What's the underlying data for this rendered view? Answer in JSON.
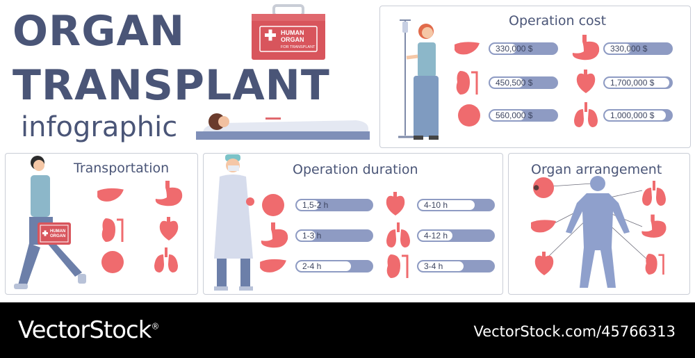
{
  "header": {
    "line1": "ORGAN",
    "line2": "TRANSPLANT",
    "line3": "infographic"
  },
  "kit": {
    "line1": "HUMAN",
    "line2": "ORGAN",
    "line3": "FOR TRANSPLANT"
  },
  "courier_kit": {
    "line1": "HUMAN",
    "line2": "ORGAN"
  },
  "operation_cost": {
    "title": "Operation cost",
    "items": [
      {
        "organ": "liver-icon",
        "label": "330,000 $",
        "fill": 0.4
      },
      {
        "organ": "stomach-icon",
        "label": "330,000 $",
        "fill": 0.4
      },
      {
        "organ": "kidney-icon",
        "label": "450,500 $",
        "fill": 0.5
      },
      {
        "organ": "heart-icon",
        "label": "1,700,000 $",
        "fill": 0.97
      },
      {
        "organ": "eye-icon",
        "label": "560,000 $",
        "fill": 0.52
      },
      {
        "organ": "lungs-icon",
        "label": "1,000,000 $",
        "fill": 0.92
      }
    ]
  },
  "transportation": {
    "title": "Transportation"
  },
  "operation_duration": {
    "title": "Operation duration",
    "items": [
      {
        "organ": "eye-icon",
        "label": "1,5-2 h",
        "fill": 0.3
      },
      {
        "organ": "heart-icon",
        "label": "4-10 h",
        "fill": 0.75
      },
      {
        "organ": "stomach-icon",
        "label": "1-3 h",
        "fill": 0.25
      },
      {
        "organ": "lungs-icon",
        "label": "4-12 h",
        "fill": 0.45
      },
      {
        "organ": "liver-icon",
        "label": "2-4 h",
        "fill": 0.72
      },
      {
        "organ": "kidney-icon",
        "label": "3-4 h",
        "fill": 0.6
      }
    ]
  },
  "organ_arrangement": {
    "title": "Organ arrangement"
  },
  "footer": {
    "brand": "VectorStock",
    "brand_mark": "®",
    "url": "VectorStock.com/45766313"
  },
  "colors": {
    "organ": "#ef6b6e",
    "accent": "#4a5577",
    "bar": "#8e9bc3",
    "body": "#8fa0cc",
    "kit": "#d8555c"
  }
}
